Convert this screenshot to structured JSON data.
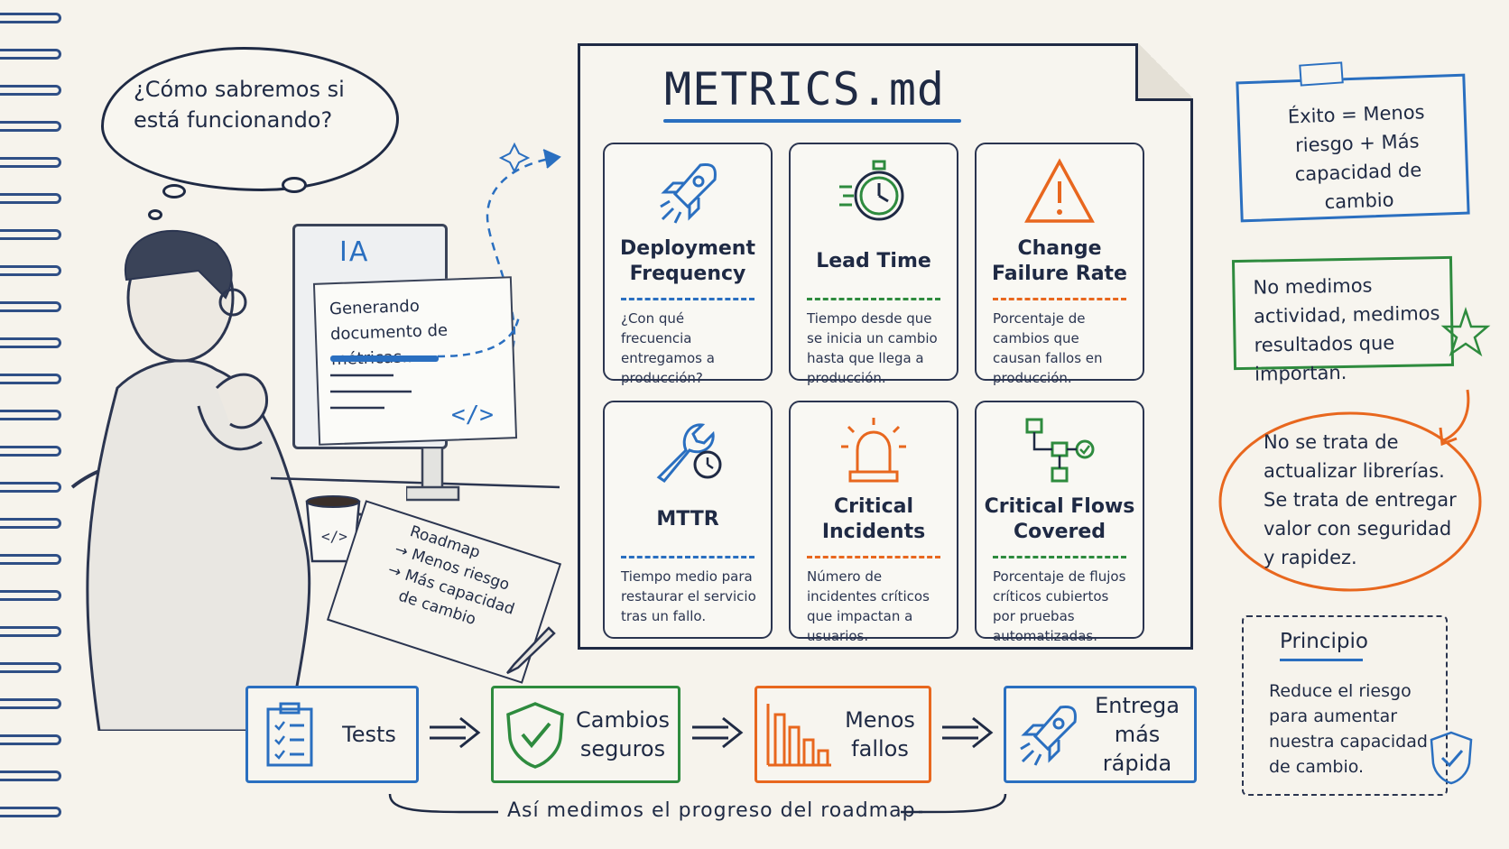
{
  "thought_bubble": {
    "text": "¿Cómo sabremos si está funcionando?"
  },
  "monitor": {
    "label": "IA",
    "doc_text": "Generando documento de métricas...",
    "code_icon": "code-icon"
  },
  "notebook": {
    "title": "Roadmap",
    "line1": "→ Menos riesgo",
    "line2": "→ Más capacidad",
    "line3": "de cambio"
  },
  "mug_label": "</>",
  "board": {
    "title": "METRICS.md",
    "cards": [
      {
        "title": "Deployment Frequency",
        "desc": "¿Con qué frecuencia entregamos a producción?",
        "icon": "rocket-icon",
        "color": "#2a6fc0"
      },
      {
        "title": "Lead Time",
        "desc": "Tiempo desde que se inicia un cambio hasta que llega a producción.",
        "icon": "stopwatch-icon",
        "color": "#2e8b3e"
      },
      {
        "title": "Change Failure Rate",
        "desc": "Porcentaje de cambios que causan fallos en producción.",
        "icon": "warning-icon",
        "color": "#e8671e"
      },
      {
        "title": "MTTR",
        "desc": "Tiempo medio para restaurar el servicio tras un fallo.",
        "icon": "wrench-clock-icon",
        "color": "#2a6fc0"
      },
      {
        "title": "Critical Incidents",
        "desc": "Número de incidentes críticos que impactan a usuarios.",
        "icon": "alarm-icon",
        "color": "#e8671e"
      },
      {
        "title": "Critical Flows Covered",
        "desc": "Porcentaje de flujos críticos cubiertos por pruebas automatizadas.",
        "icon": "flowchart-icon",
        "color": "#2e8b3e"
      }
    ]
  },
  "notes": {
    "success": "Éxito = Menos riesgo + Más capacidad de cambio",
    "results": "No medimos actividad, medimos resultados que importan.",
    "value": "No se trata de actualizar librerías. Se trata de entregar valor con seguridad y rapidez.",
    "principle_title": "Principio",
    "principle_text": "Reduce el riesgo para aumentar nuestra capacidad de cambio."
  },
  "flow": [
    {
      "label": "Tests",
      "icon": "clipboard-icon",
      "color": "#2a6fc0"
    },
    {
      "label": "Cambios seguros",
      "icon": "shield-check-icon",
      "color": "#2e8b3e"
    },
    {
      "label": "Menos fallos",
      "icon": "bar-chart-icon",
      "color": "#e8671e"
    },
    {
      "label": "Entrega más rápida",
      "icon": "rocket-icon",
      "color": "#2a6fc0"
    }
  ],
  "footer": "Así medimos el progreso del roadmap",
  "colors": {
    "ink": "#1f2a44",
    "blue": "#2a6fc0",
    "green": "#2e8b3e",
    "orange": "#e8671e"
  }
}
